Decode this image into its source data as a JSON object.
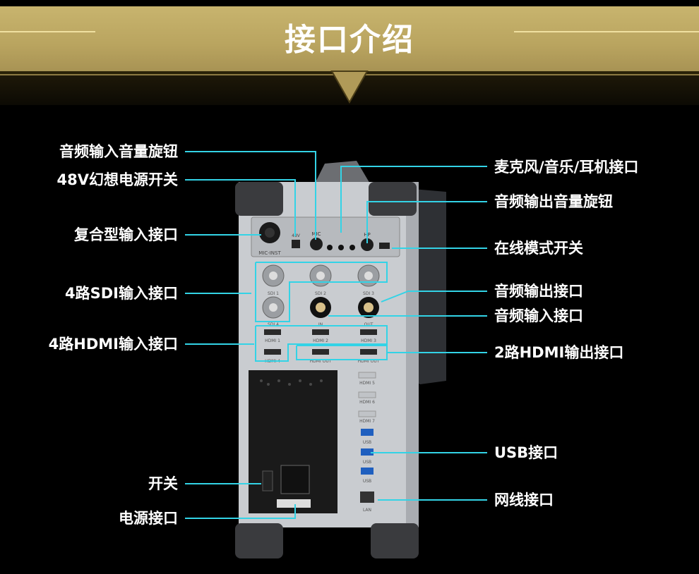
{
  "header": {
    "title": "接口介绍"
  },
  "colors": {
    "accent": "#33d3e6",
    "gold": "#c2ae68"
  },
  "labels_left": [
    "音频输入音量旋钮",
    "48V幻想电源开关",
    "复合型输入接口",
    "4路SDI输入接口",
    "4路HDMI输入接口",
    "开关",
    "电源接口"
  ],
  "labels_right": [
    "麦克风/音乐/耳机接口",
    "音频输出音量旋钮",
    "在线模式开关",
    "音频输出接口",
    "音频输入接口",
    "2路HDMI输出接口",
    "USB接口",
    "网线接口"
  ],
  "device_text": {
    "mic_inst": "MIC-INST",
    "v48": "48V",
    "mic": "MIC",
    "hp": "HP",
    "sdi": [
      "SDI 1",
      "SDI 2",
      "SDI 3",
      "SDI 4"
    ],
    "in": "IN",
    "out": "OUT",
    "hdmi": [
      "HDMI 1",
      "HDMI 2",
      "HDMI 3",
      "HDMI 4",
      "HDMI OUT",
      "HDMI OUT",
      "HDMI 5",
      "HDMI 6",
      "HDMI 7"
    ],
    "usb": "USB",
    "lan": "LAN"
  }
}
